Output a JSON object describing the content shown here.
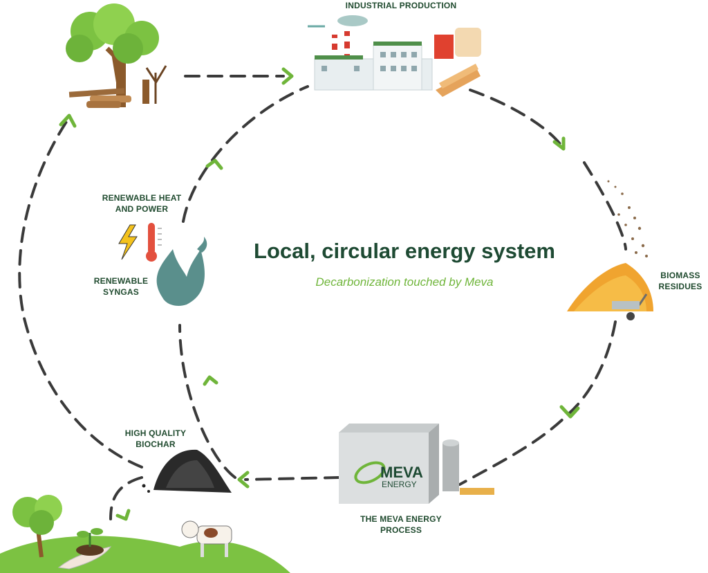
{
  "title": "Local, circular energy system",
  "subtitle": "Decarbonization touched by Meva",
  "labels": {
    "industrial": "INDUSTRIAL PRODUCTION",
    "heat_power": [
      "RENEWABLE  HEAT",
      "AND POWER"
    ],
    "syngas": [
      "RENEWABLE",
      "SYNGAS"
    ],
    "biomass": [
      "BIOMASS",
      "RESIDUES"
    ],
    "biochar": [
      "HIGH QUALITY",
      "BIOCHAR"
    ],
    "process": [
      "THE MEVA ENERGY",
      "PROCESS"
    ]
  },
  "logo": {
    "line1": "MEVA",
    "line2": "ENERGY"
  },
  "colors": {
    "dark_green": "#1e4a33",
    "accent_green": "#6fb53a",
    "dash": "#3a3a3a",
    "tree": "#7cc242",
    "flame": "#5a8f8c"
  },
  "icons": [
    "forest-icon",
    "factory-icon",
    "biomass-pile-icon",
    "meva-unit-icon",
    "biochar-icon",
    "lightning-icon",
    "thermometer-icon",
    "flame-icon",
    "cow-icon",
    "seedling-icon"
  ]
}
